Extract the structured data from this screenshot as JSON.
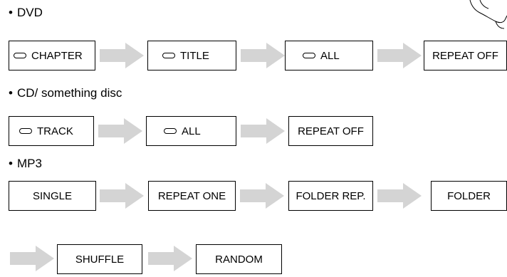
{
  "sections": {
    "dvd": {
      "heading": "DVD",
      "steps": [
        "CHAPTER",
        "TITLE",
        "ALL",
        "REPEAT OFF"
      ]
    },
    "cd": {
      "heading": "CD/ something disc",
      "steps": [
        "TRACK",
        "ALL",
        "REPEAT OFF"
      ]
    },
    "mp3": {
      "heading": "MP3",
      "steps": [
        "SINGLE",
        "REPEAT ONE",
        "FOLDER REP.",
        "FOLDER",
        "SHUFFLE",
        "RANDOM"
      ]
    }
  },
  "bullet": "•",
  "icons": {
    "repeat": "repeat-icon",
    "arrow": "right-arrow-icon",
    "hand": "hand-icon"
  },
  "colors": {
    "arrow": "#d4d4d4",
    "border": "#000000"
  }
}
